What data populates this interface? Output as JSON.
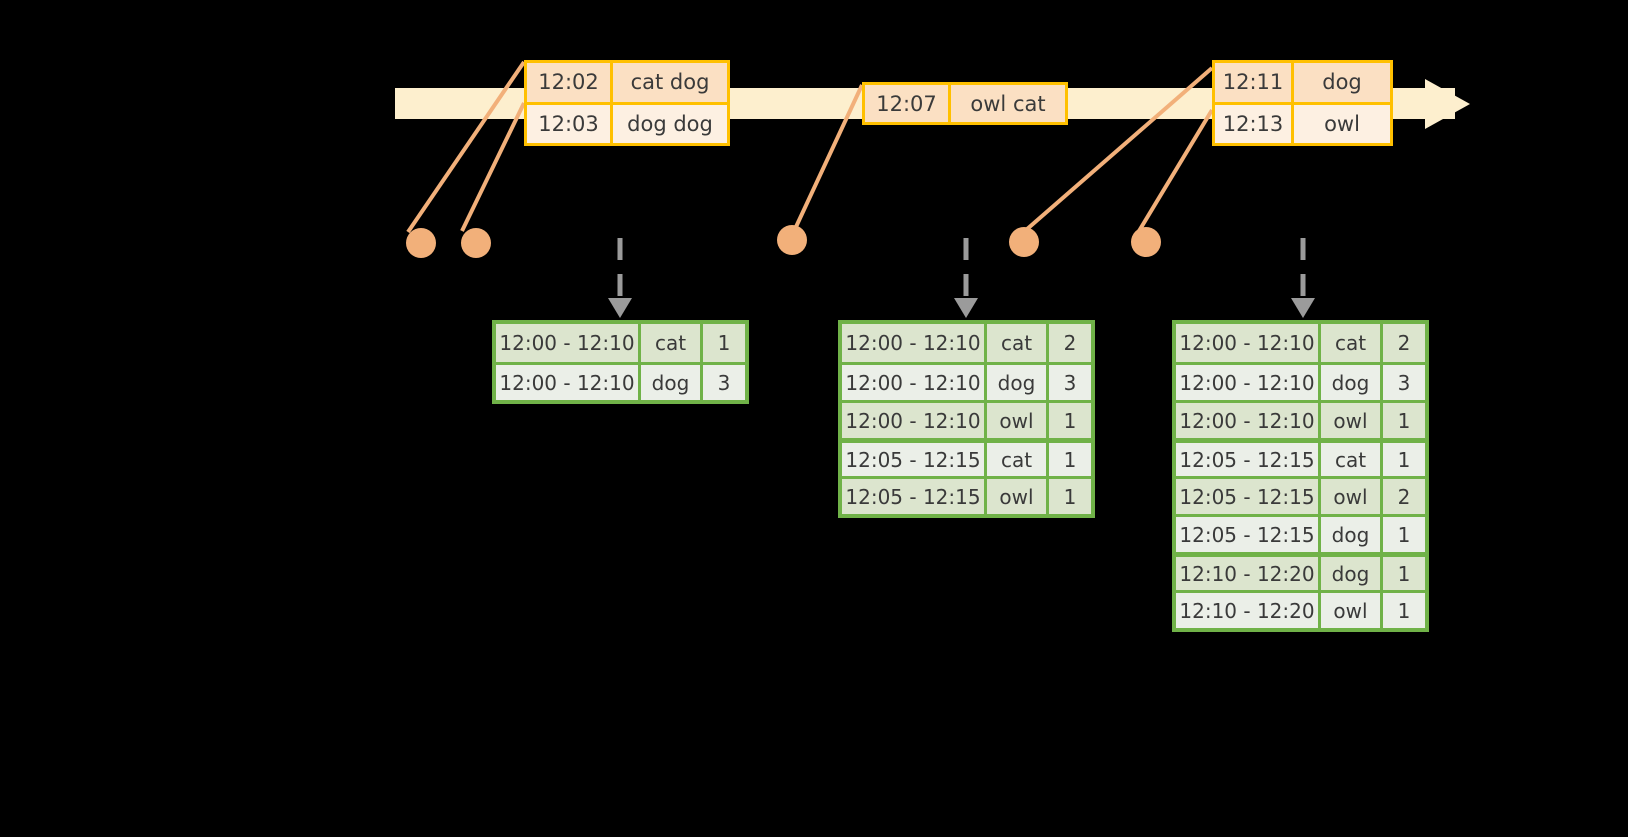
{
  "timeline": {
    "axis_label": "time-arrow",
    "events": [
      {
        "id": "box-1",
        "rows": [
          {
            "time": "12:02",
            "words": "cat dog"
          },
          {
            "time": "12:03",
            "words": "dog dog"
          }
        ]
      },
      {
        "id": "box-2",
        "rows": [
          {
            "time": "12:07",
            "words": "owl cat"
          }
        ]
      },
      {
        "id": "box-3",
        "rows": [
          {
            "time": "12:11",
            "words": "dog"
          },
          {
            "time": "12:13",
            "words": "owl"
          }
        ]
      }
    ],
    "markers": [
      {
        "id": "marker-1202"
      },
      {
        "id": "marker-1203"
      },
      {
        "id": "marker-1207"
      },
      {
        "id": "marker-1211"
      },
      {
        "id": "marker-1213"
      }
    ]
  },
  "tables": [
    {
      "id": "result-table-1",
      "rows": [
        {
          "window": "12:00 - 12:10",
          "key": "cat",
          "count": "1",
          "group": 0
        },
        {
          "window": "12:00 - 12:10",
          "key": "dog",
          "count": "3",
          "group": 0
        }
      ]
    },
    {
      "id": "result-table-2",
      "rows": [
        {
          "window": "12:00 - 12:10",
          "key": "cat",
          "count": "2",
          "group": 0
        },
        {
          "window": "12:00 - 12:10",
          "key": "dog",
          "count": "3",
          "group": 0
        },
        {
          "window": "12:00 - 12:10",
          "key": "owl",
          "count": "1",
          "group": 0
        },
        {
          "window": "12:05 - 12:15",
          "key": "cat",
          "count": "1",
          "group": 1
        },
        {
          "window": "12:05 - 12:15",
          "key": "owl",
          "count": "1",
          "group": 1
        }
      ]
    },
    {
      "id": "result-table-3",
      "rows": [
        {
          "window": "12:00 - 12:10",
          "key": "cat",
          "count": "2",
          "group": 0
        },
        {
          "window": "12:00 - 12:10",
          "key": "dog",
          "count": "3",
          "group": 0
        },
        {
          "window": "12:00 - 12:10",
          "key": "owl",
          "count": "1",
          "group": 0
        },
        {
          "window": "12:05 - 12:15",
          "key": "cat",
          "count": "1",
          "group": 1
        },
        {
          "window": "12:05 - 12:15",
          "key": "owl",
          "count": "2",
          "group": 1
        },
        {
          "window": "12:05 - 12:15",
          "key": "dog",
          "count": "1",
          "group": 1
        },
        {
          "window": "12:10 - 12:20",
          "key": "dog",
          "count": "1",
          "group": 2
        },
        {
          "window": "12:10 - 12:20",
          "key": "owl",
          "count": "1",
          "group": 2
        }
      ]
    }
  ],
  "colors": {
    "background": "#000000",
    "timeline_bar": "#FDEFCE",
    "event_border": "#FFC000",
    "event_fill_dark": "#FBE0C3",
    "event_fill_light": "#FDF0E2",
    "marker": "#F2B07A",
    "connector": "#F2B07A",
    "table_border": "#70B248",
    "table_fill_dark": "#DCE5CE",
    "table_fill_light": "#EBEFE8",
    "dashed_arrow": "#9B9B9B",
    "text": "#3A3A3A"
  }
}
